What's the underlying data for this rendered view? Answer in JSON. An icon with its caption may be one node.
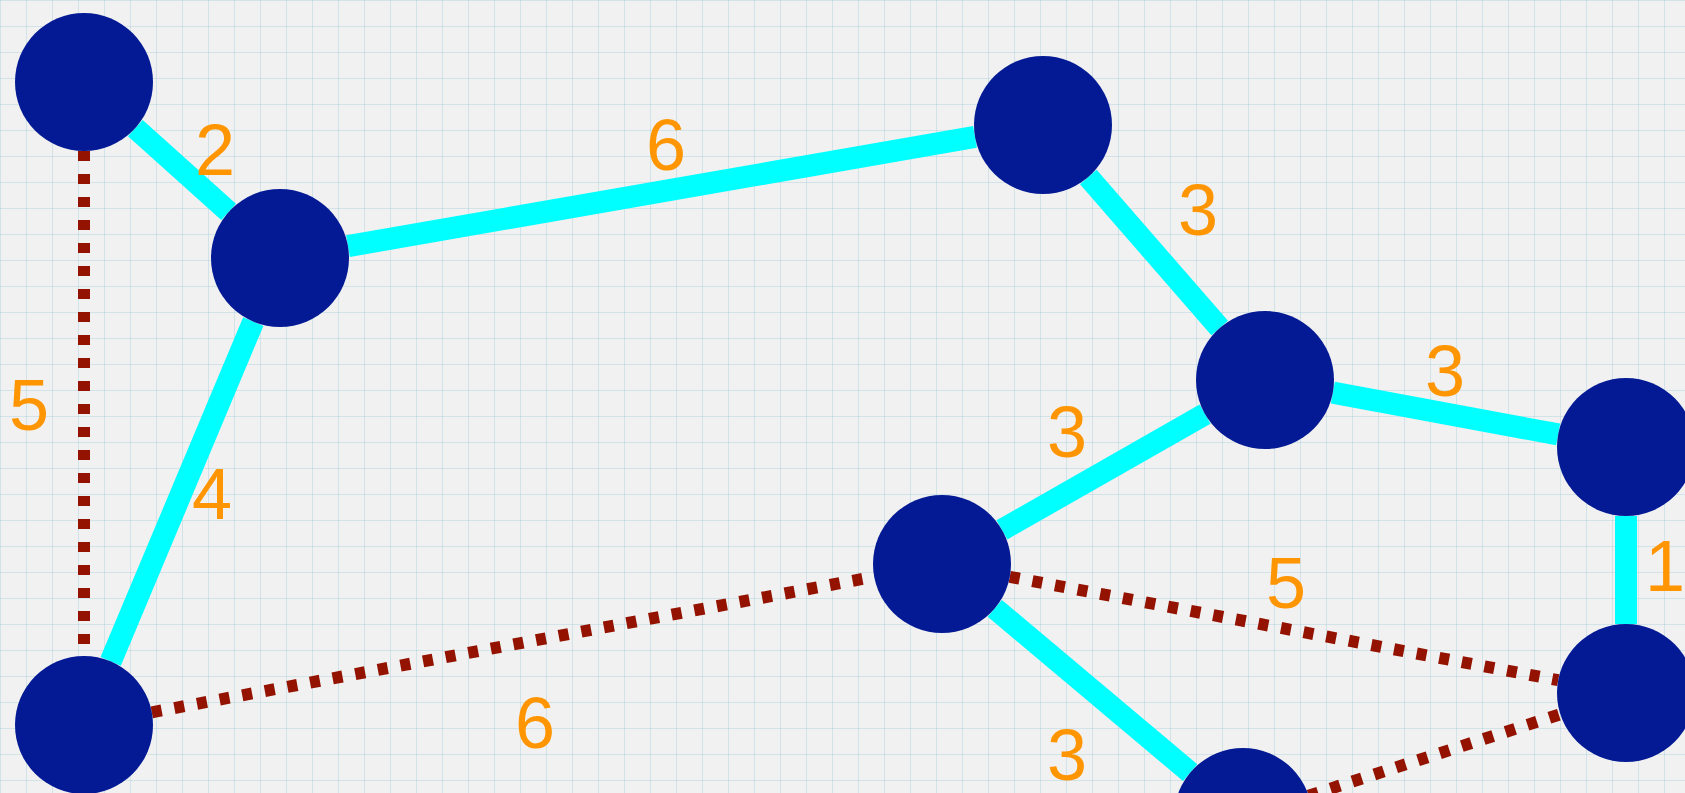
{
  "diagram": {
    "nodes": [
      {
        "text": [],
        "shape": "circle"
      },
      {
        "text": [],
        "shape": "circle"
      },
      {
        "text": [],
        "shape": "circle"
      },
      {
        "text": [],
        "shape": "circle"
      },
      {
        "text": [],
        "shape": "circle"
      },
      {
        "text": [],
        "shape": "circle"
      },
      {
        "text": [],
        "shape": "circle"
      },
      {
        "text": [],
        "shape": "circle"
      },
      {
        "text": [],
        "shape": "circle"
      }
    ],
    "edges": [
      {
        "from": 0,
        "to": 1,
        "arrow": "none",
        "label": "2"
      },
      {
        "from": 1,
        "to": 2,
        "arrow": "none",
        "label": "6"
      },
      {
        "from": 2,
        "to": 3,
        "arrow": "none",
        "label": "3"
      },
      {
        "from": 3,
        "to": 4,
        "arrow": "none",
        "label": "3"
      },
      {
        "from": 3,
        "to": 5,
        "arrow": "none",
        "label": "3"
      },
      {
        "from": 4,
        "to": 7,
        "arrow": "none",
        "label": "1"
      },
      {
        "from": 1,
        "to": 6,
        "arrow": "none",
        "label": "4"
      },
      {
        "from": 0,
        "to": 6,
        "arrow": "none",
        "label": "5",
        "style": "dashed",
        "color": "#931300"
      },
      {
        "from": 6,
        "to": 5,
        "arrow": "none",
        "label": "6",
        "style": "dashed",
        "color": "#931300"
      },
      {
        "from": 5,
        "to": 7,
        "arrow": "none",
        "label": "5",
        "style": "dashed",
        "color": "#931300"
      },
      {
        "from": 5,
        "to": 8,
        "arrow": "none",
        "label": "3"
      },
      {
        "from": 8,
        "to": 7,
        "arrow": "none",
        "style": "dashed",
        "color": "#931300"
      }
    ]
  }
}
